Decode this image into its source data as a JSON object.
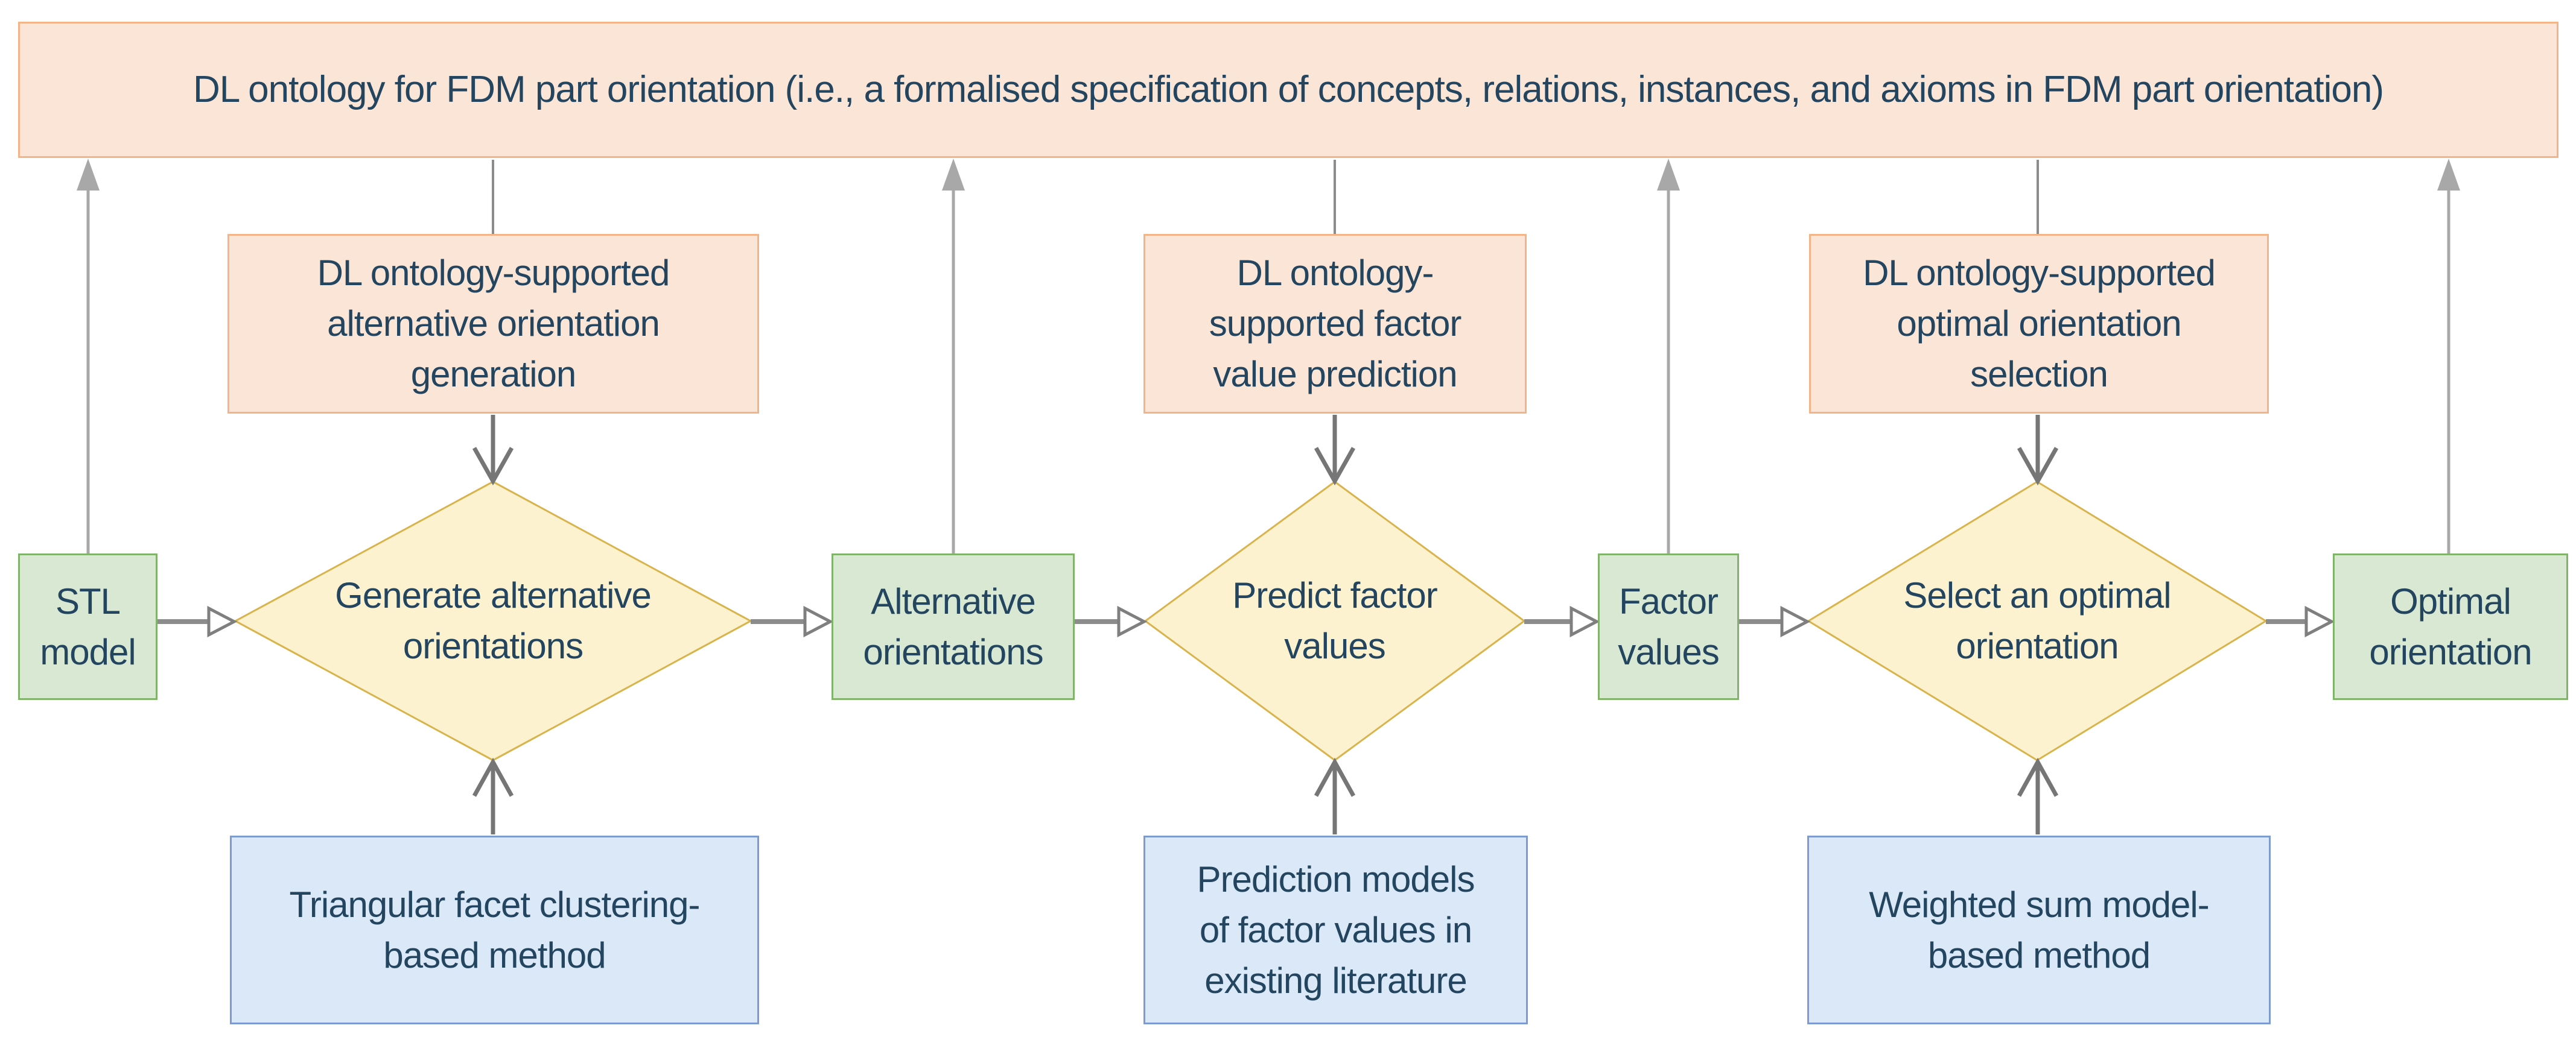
{
  "banner": {
    "lines": [
      "DL ontology for FDM part orientation (i.e., a formalised specification of concepts, relations, instances, and axioms in FDM part orientation)"
    ]
  },
  "modules": [
    {
      "lines": [
        "DL ontology-supported",
        "alternative orientation",
        "generation"
      ]
    },
    {
      "lines": [
        "DL ontology-",
        "supported factor",
        "value prediction"
      ]
    },
    {
      "lines": [
        "DL ontology-supported",
        "optimal orientation",
        "selection"
      ]
    }
  ],
  "processes": [
    {
      "lines": [
        "Generate alternative",
        "orientations"
      ]
    },
    {
      "lines": [
        "Predict factor",
        "values"
      ]
    },
    {
      "lines": [
        "Select an optimal",
        "orientation"
      ]
    }
  ],
  "artifacts": [
    {
      "lines": [
        "STL",
        "model"
      ]
    },
    {
      "lines": [
        "Alternative",
        "orientations"
      ]
    },
    {
      "lines": [
        "Factor",
        "values"
      ]
    },
    {
      "lines": [
        "Optimal",
        "orientation"
      ]
    }
  ],
  "methods": [
    {
      "lines": [
        "Triangular facet clustering-",
        "based method"
      ]
    },
    {
      "lines": [
        "Prediction models",
        "of factor values in",
        "existing literature"
      ]
    },
    {
      "lines": [
        "Weighted sum model-",
        "based method"
      ]
    }
  ],
  "colors": {
    "ontology_fill": "#FBE5D6",
    "ontology_border": "#F2B488",
    "process_fill": "#FDF2CF",
    "process_border": "#D9B44C",
    "artifact_fill": "#D9E8D3",
    "artifact_border": "#81B36A",
    "method_fill": "#DBE8F8",
    "method_border": "#7D9BD1",
    "text": "#23455F",
    "arrow_light": "#A8A8A8",
    "arrow_dark": "#767676",
    "arrow_shaft": "#8C8C8C"
  }
}
